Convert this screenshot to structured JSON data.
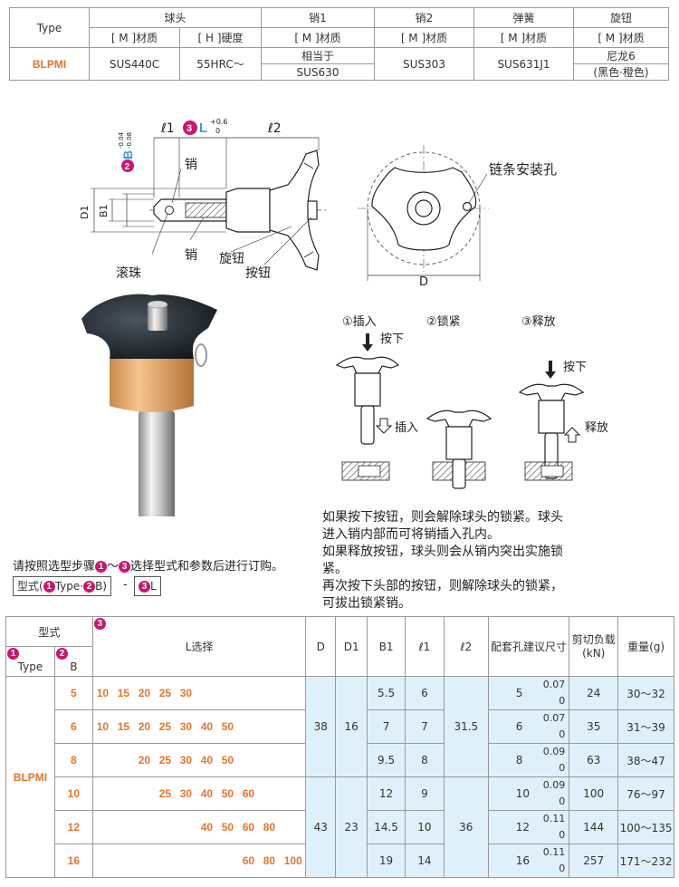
{
  "material_table": {
    "header_type": "Type",
    "groups": [
      "球头",
      "销1",
      "销2",
      "弹簧",
      "旋钮"
    ],
    "sub_headers": [
      "[ M ]材质",
      "[ H ]硬度",
      "[ M ]材质",
      "[ M ]材质",
      "[ M ]材质",
      "[ M ]材质"
    ],
    "type_value": "BLPMI",
    "ball_material": "SUS440C",
    "ball_hardness": "55HRC～",
    "pin1_line1": "相当于",
    "pin1_line2": "SUS630",
    "pin2_material": "SUS303",
    "spring_material": "SUS631J1",
    "knob_line1": "尼龙6",
    "knob_line2": "(黑色·橙色)"
  },
  "drawing": {
    "l1": "ℓ1",
    "l2": "ℓ2",
    "L_num": "3",
    "L_label": "L",
    "L_tol_top": "+0.6",
    "L_tol_bottom": "0",
    "B_num": "2",
    "B_label": "B",
    "B_tol_top": "-0.04",
    "B_tol_bottom": "-0.08",
    "D1": "D1",
    "B1": "B1",
    "pin_label": "销",
    "pin_label2": "销",
    "ball_label": "滚珠",
    "knob_label": "旋钮",
    "button_label": "按钮",
    "chain_label": "链条安装孔",
    "D_label": "D"
  },
  "steps": {
    "step1": "①插入",
    "step2": "②锁紧",
    "step3": "③释放",
    "press1": "按下",
    "insert": "插入",
    "press3": "按下",
    "release": "释放"
  },
  "description": [
    "如果按下按钮，则会解除球头的锁紧。球头",
    "进入销内部而可将销插入孔内。",
    "如果释放按钮，球头则会从销内突出实施锁",
    "紧。",
    "再次按下头部的按钮，则解除球头的锁紧，",
    "可拔出锁紧销。"
  ],
  "order": {
    "note_prefix": "请按照选型步骤",
    "note_mid": "～",
    "note_suffix": "选择型式和参数后进行订购。",
    "c1": "1",
    "c3": "3",
    "box1_prefix": "型式(",
    "box1_type": "Type·",
    "box1_b": "B)",
    "c2": "2",
    "dash": "-",
    "box2_L": "L"
  },
  "spec_table": {
    "h_model": "型式",
    "h_num1": "1",
    "h_num2": "2",
    "h_num3": "3",
    "h_type": "Type",
    "h_B": "B",
    "h_L": "L选择",
    "h_D": "D",
    "h_D1": "D1",
    "h_B1": "B1",
    "h_l1": "ℓ1",
    "h_l2": "ℓ2",
    "h_fit": "配套孔建议尺寸",
    "h_shear": "剪切负载(kN)",
    "h_weight": "重量(g)",
    "type": "BLPMI",
    "groupA": {
      "D": "38",
      "D1": "16",
      "l2": "31.5"
    },
    "groupB": {
      "D": "43",
      "D1": "23",
      "l2": "36"
    },
    "rows": [
      {
        "B": "5",
        "L": [
          "10",
          "15",
          "20",
          "25",
          "30"
        ],
        "Lstart": 0,
        "B1": "5.5",
        "l1": "6",
        "fit": "5",
        "tol": "0.07",
        "tol0": "0",
        "shear": "24",
        "weight": "30～32"
      },
      {
        "B": "6",
        "L": [
          "10",
          "15",
          "20",
          "25",
          "30",
          "40",
          "50"
        ],
        "Lstart": 0,
        "B1": "7",
        "l1": "7",
        "fit": "6",
        "tol": "0.07",
        "tol0": "0",
        "shear": "35",
        "weight": "31～39"
      },
      {
        "B": "8",
        "L": [
          "20",
          "25",
          "30",
          "40",
          "50"
        ],
        "Lstart": 2,
        "B1": "9.5",
        "l1": "8",
        "fit": "8",
        "tol": "0.09",
        "tol0": "0",
        "shear": "63",
        "weight": "38～47"
      },
      {
        "B": "10",
        "L": [
          "25",
          "30",
          "40",
          "50",
          "60"
        ],
        "Lstart": 3,
        "B1": "12",
        "l1": "9",
        "fit": "10",
        "tol": "0.09",
        "tol0": "0",
        "shear": "100",
        "weight": "76～97"
      },
      {
        "B": "12",
        "L": [
          "40",
          "50",
          "60",
          "80"
        ],
        "Lstart": 5,
        "B1": "14.5",
        "l1": "10",
        "fit": "12",
        "tol": "0.11",
        "tol0": "0",
        "shear": "144",
        "weight": "100～135"
      },
      {
        "B": "16",
        "L": [
          "60",
          "80",
          "100"
        ],
        "Lstart": 7,
        "B1": "19",
        "l1": "14",
        "fit": "16",
        "tol": "0.11",
        "tol0": "0",
        "shear": "257",
        "weight": "171～232"
      }
    ]
  },
  "colors": {
    "accent_orange": "#e8742a",
    "magenta": "#c8176e",
    "blue_cell": "#dff0fb",
    "cyan_L": "#29a3d9"
  }
}
